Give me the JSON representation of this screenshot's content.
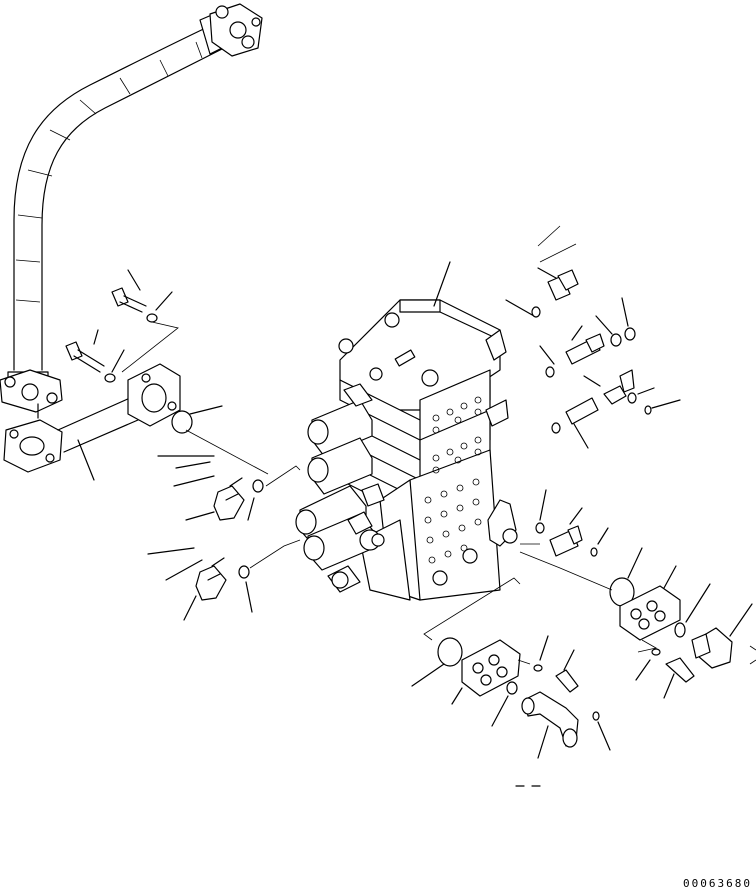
{
  "drawing": {
    "id_number": "00063680",
    "callout_mark": "— —"
  },
  "parts": [
    {
      "name": "hydraulic-hose"
    },
    {
      "name": "split-flange-left"
    },
    {
      "name": "control-valve-assembly"
    },
    {
      "name": "elbow-fitting"
    },
    {
      "name": "straight-fitting"
    },
    {
      "name": "flange-plate"
    },
    {
      "name": "bolt"
    },
    {
      "name": "washer"
    },
    {
      "name": "o-ring"
    },
    {
      "name": "elbow-tube"
    }
  ]
}
